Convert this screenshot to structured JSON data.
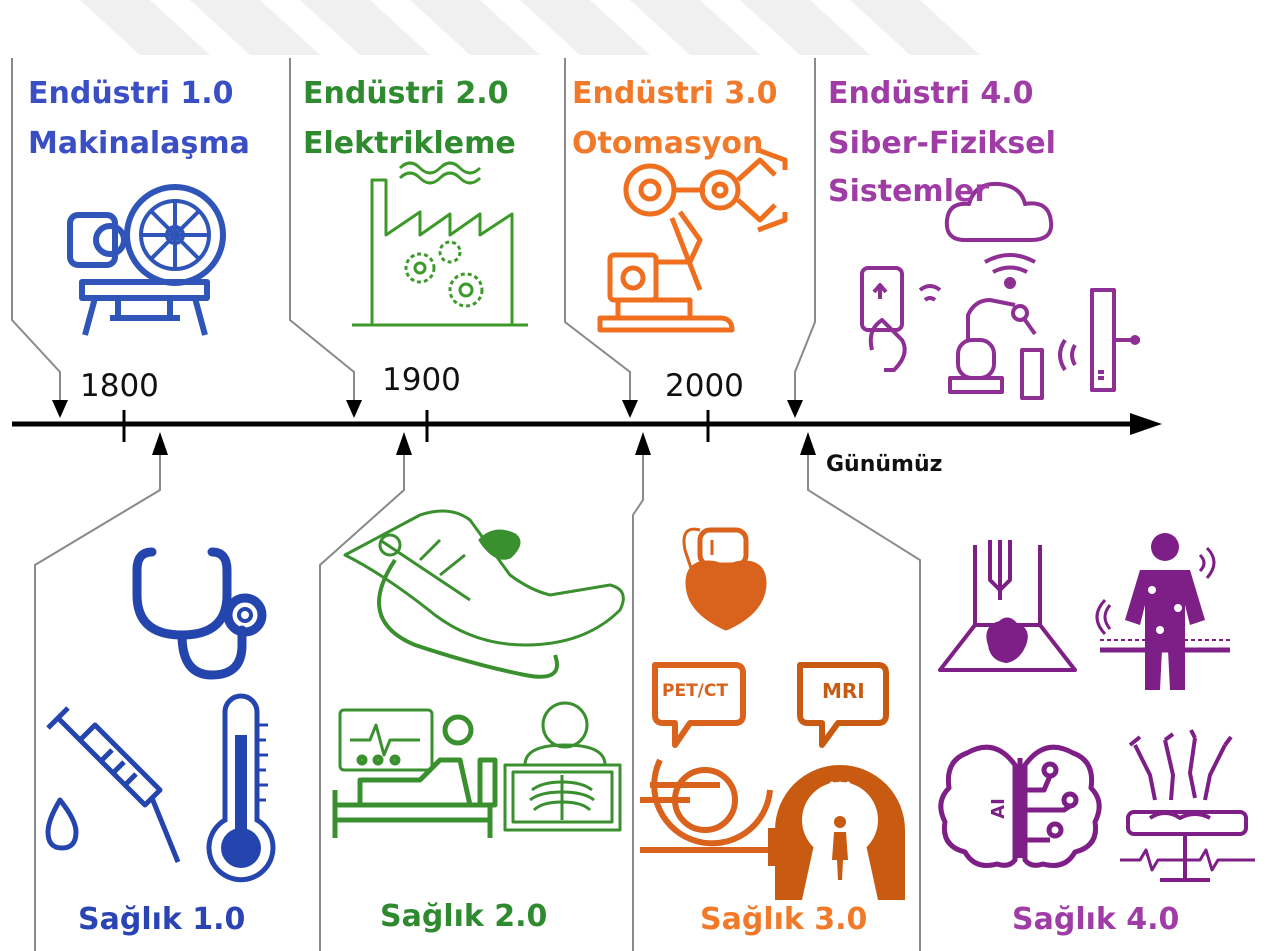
{
  "colors": {
    "era1": "#3b4fc4",
    "era2": "#2e8b2e",
    "era3": "#f07a2a",
    "era4": "#a03ca6",
    "health1": "#2a44b3",
    "health2": "#2f8a2f",
    "health3": "#d9621c",
    "health4": "#7d1f86",
    "axis": "#000000",
    "frame": "#8a8a8a"
  },
  "industry": [
    {
      "line1": "Endüstri 1.0",
      "line2": "Makinalaşma",
      "icon": "spinning-wheel-icon"
    },
    {
      "line1": "Endüstri 2.0",
      "line2": "Elektrikleme",
      "icon": "factory-icon"
    },
    {
      "line1": "Endüstri 3.0",
      "line2": "Otomasyon",
      "icon": "robot-arm-icon"
    },
    {
      "line1": "Endüstri 4.0",
      "line2": "Siber-Fiziksel",
      "line3": "Sistemler",
      "icon": "cyber-physical-icon"
    }
  ],
  "timeline": {
    "years": [
      "1800",
      "1900",
      "2000"
    ],
    "today_label": "Günümüz"
  },
  "health": [
    {
      "label": "Sağlık 1.0",
      "icons": [
        "stethoscope-icon",
        "syringe-icon",
        "thermometer-icon"
      ]
    },
    {
      "label": "Sağlık 2.0",
      "icons": [
        "blood-pressure-icon",
        "patient-monitor-icon",
        "xray-icon"
      ]
    },
    {
      "label": "Sağlık 3.0",
      "icons": [
        "pacemaker-icon",
        "pet-ct-scanner-icon",
        "mri-scanner-icon"
      ],
      "pet_label": "PET/CT",
      "mri_label": "MRI"
    },
    {
      "label": "Sağlık 4.0",
      "icons": [
        "3d-heart-imaging-icon",
        "wearable-sensor-icon",
        "ai-brain-icon",
        "robotic-surgery-icon"
      ],
      "ai_label": "AI"
    }
  ]
}
